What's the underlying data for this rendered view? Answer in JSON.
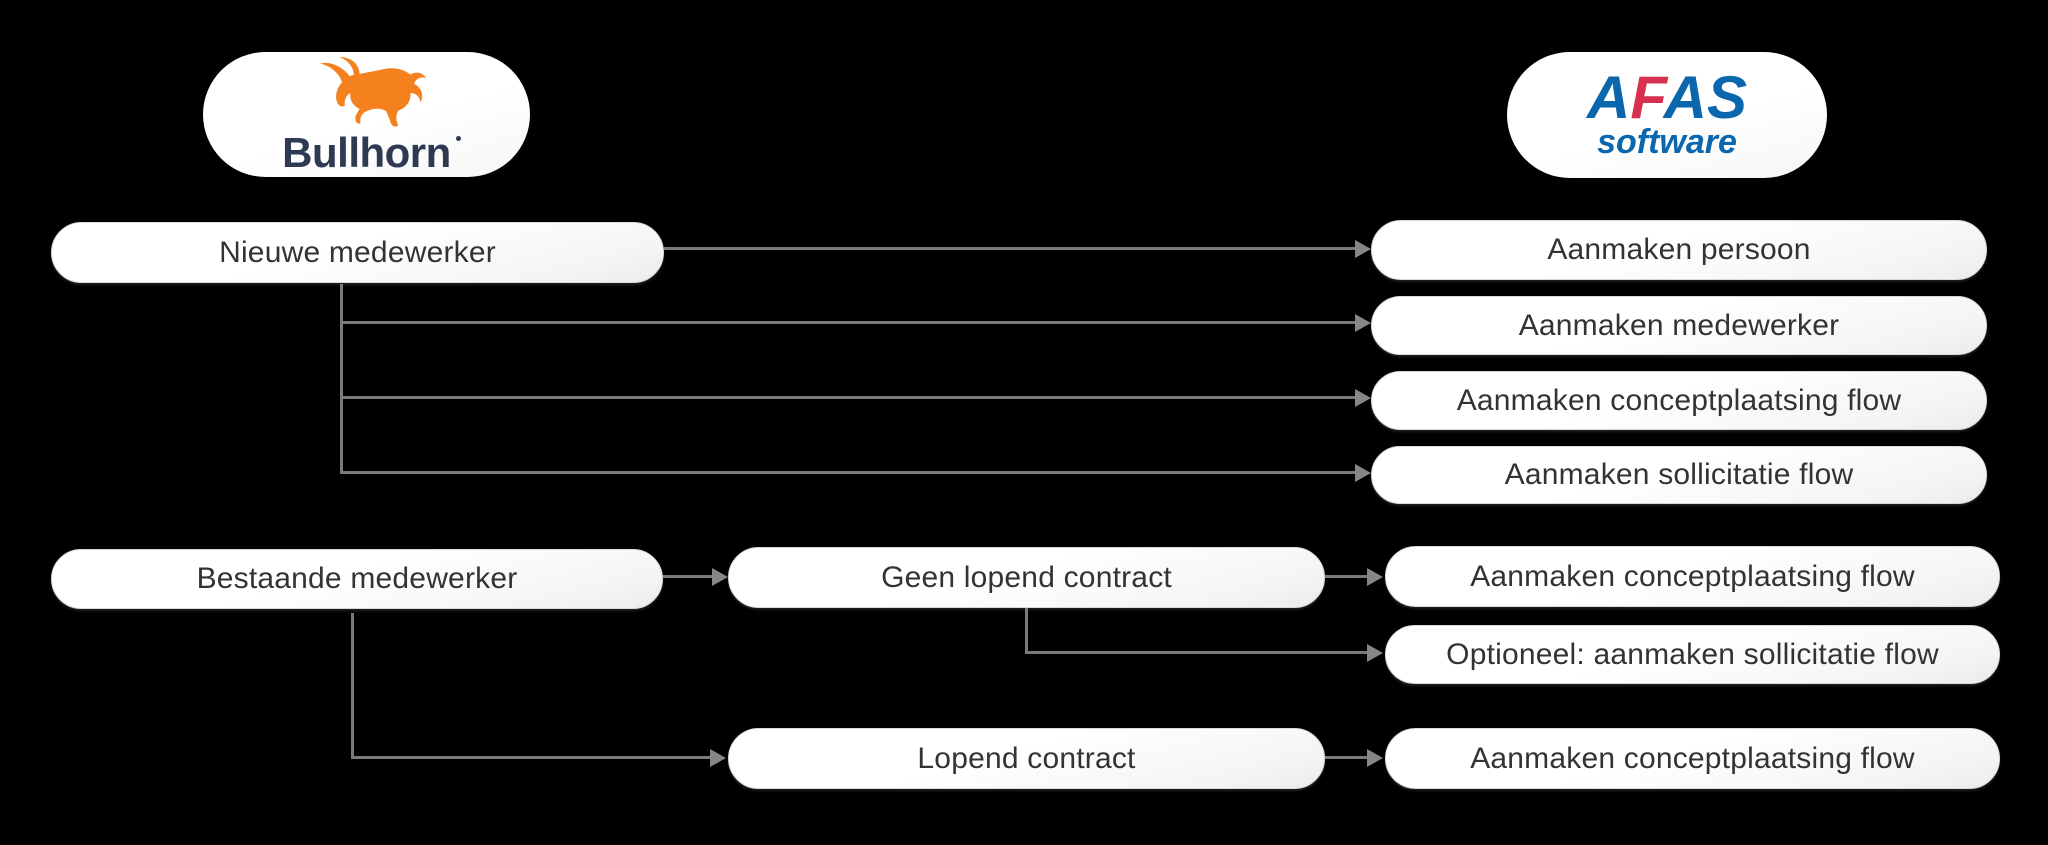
{
  "canvas": {
    "background_color": "#000000",
    "arrow_color": "#7b7b7b",
    "node_text_color": "#333333"
  },
  "logos": {
    "bullhorn": {
      "wordmark": "Bullhorn",
      "bull_color": "#f5801e",
      "text_color": "#2d3a52"
    },
    "afas": {
      "letter_a1": "A",
      "letter_f": "F",
      "letters_as": "AS",
      "subtitle": "software",
      "blue": "#0a66ad",
      "red": "#d8304f"
    }
  },
  "nodes": {
    "nieuwe_medewerker": {
      "label": "Nieuwe medewerker"
    },
    "aanmaken_persoon": {
      "label": "Aanmaken persoon"
    },
    "aanmaken_medewerker": {
      "label": "Aanmaken medewerker"
    },
    "aanmaken_conceptplaatsing_1": {
      "label": "Aanmaken conceptplaatsing flow"
    },
    "aanmaken_sollicitatie": {
      "label": "Aanmaken sollicitatie flow"
    },
    "bestaande_medewerker": {
      "label": "Bestaande medewerker"
    },
    "geen_lopend_contract": {
      "label": "Geen lopend contract"
    },
    "aanmaken_conceptplaatsing_2": {
      "label": "Aanmaken conceptplaatsing flow"
    },
    "optioneel_sollicitatie": {
      "label": "Optioneel: aanmaken sollicitatie flow"
    },
    "lopend_contract": {
      "label": "Lopend contract"
    },
    "aanmaken_conceptplaatsing_3": {
      "label": "Aanmaken conceptplaatsing flow"
    }
  }
}
